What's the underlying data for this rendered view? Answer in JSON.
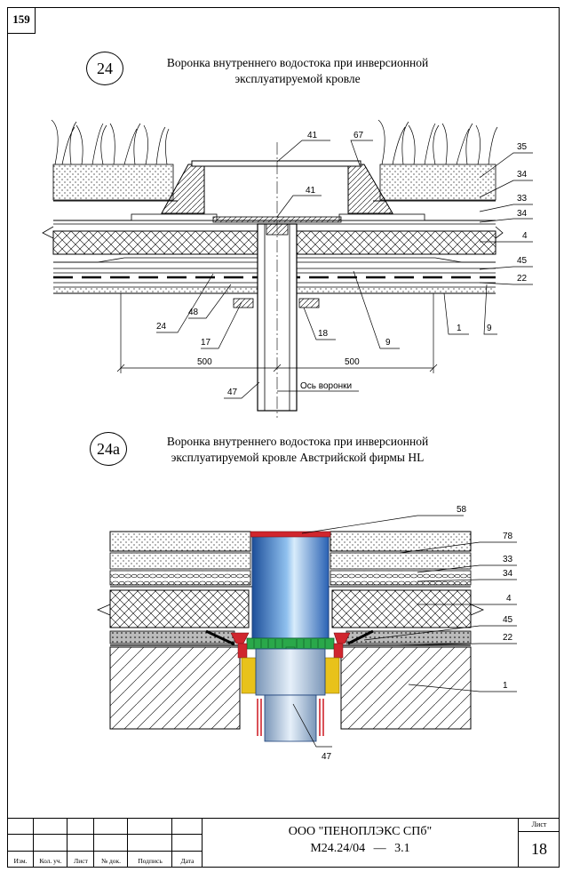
{
  "page_number": "159",
  "section1": {
    "number": "24",
    "title_line1": "Воронка внутреннего водостока при инверсионной",
    "title_line2": "эксплуатируемой кровле"
  },
  "section2": {
    "number": "24a",
    "title_line1": "Воронка внутреннего водостока при инверсионной",
    "title_line2": "эксплуатируемой кровле Австрийской фирмы HL"
  },
  "diagram1": {
    "labels_top": [
      "41",
      "67",
      "41"
    ],
    "labels_right": [
      "35",
      "34",
      "33",
      "34",
      "4",
      "45",
      "22"
    ],
    "labels_bottom": [
      "24",
      "48",
      "17",
      "18",
      "9",
      "1",
      "9"
    ],
    "dim_left": "500",
    "dim_right": "500",
    "pipe_label": "47",
    "axis_label": "Ось воронки"
  },
  "diagram2": {
    "label_top": "58",
    "labels_right": [
      "78",
      "33",
      "34",
      "4",
      "45",
      "22",
      "1"
    ],
    "pipe_label": "47"
  },
  "title_block": {
    "company": "ООО \"ПЕНОПЛЭКС СПб\"",
    "doc_code": "М24.24/04",
    "doc_sep": "—",
    "doc_sub": "3.1",
    "sheet_label": "Лист",
    "sheet_number": "18",
    "cols": [
      "Изм.",
      "Кол. уч.",
      "Лист",
      "№ док.",
      "Подпись",
      "Дата"
    ]
  },
  "colors": {
    "pipe_blue": "#3a7fd0",
    "grate_green": "#2aa84a",
    "flange_red": "#d0262e",
    "collar_yellow": "#e8c21a"
  }
}
